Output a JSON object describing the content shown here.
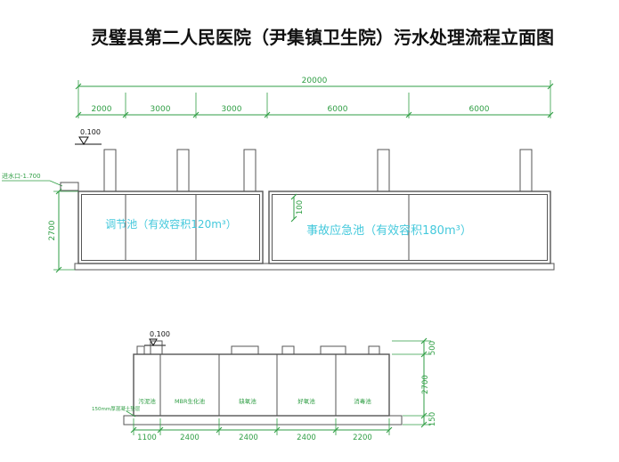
{
  "title": "灵璧县第二人民医院（尹集镇卫生院）污水处理流程立面图",
  "colors": {
    "dim-green": "#2f9e44",
    "label-cyan": "#45c9dc",
    "line-gray": "#555555",
    "ink-black": "#111111"
  },
  "upper_view": {
    "overall_dim": "20000",
    "segment_dims": [
      "2000",
      "3000",
      "3000",
      "6000",
      "6000"
    ],
    "elevation_mark": "0.100",
    "inlet_label": "进水口-1.700",
    "height_dim": "2700",
    "gap_dim": "100",
    "tank1_label": "调节池（有效容积120m³）",
    "tank2_label": "事故应急池（有效容积180m³）"
  },
  "lower_view": {
    "elevation_mark": "0.100",
    "compartments": [
      "污泥池",
      "MBR生化池",
      "缺氧池",
      "好氧池",
      "消毒池"
    ],
    "base_note": "150mm厚混凝土垫层",
    "height_dims": [
      "500",
      "2700",
      "150"
    ],
    "width_dims": [
      "1100",
      "2400",
      "2400",
      "2400",
      "2200"
    ]
  }
}
